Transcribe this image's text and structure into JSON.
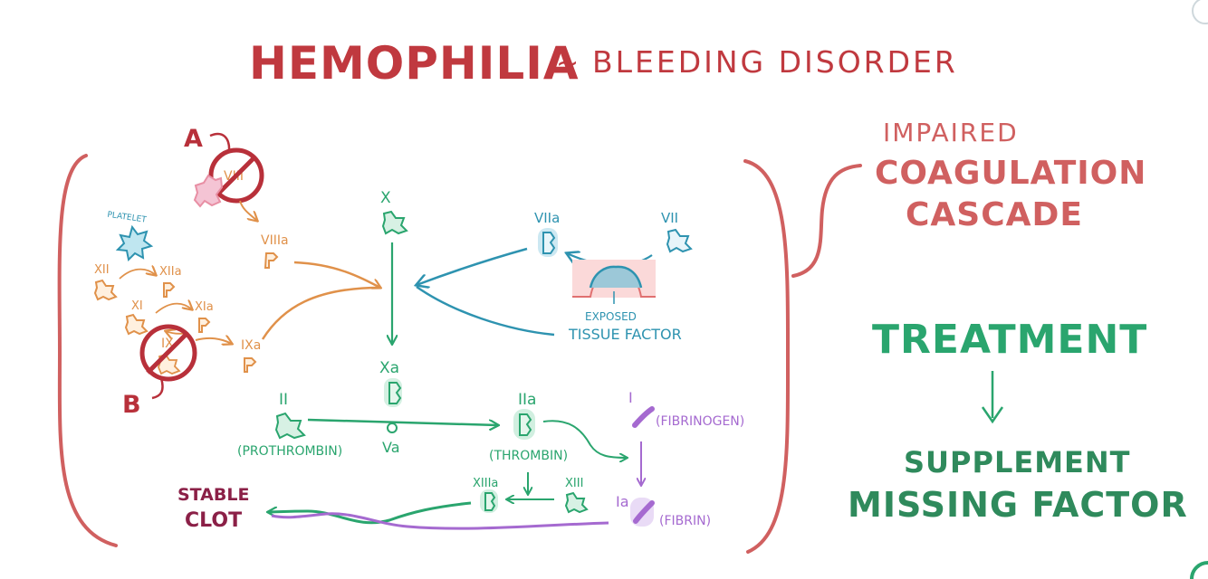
{
  "title": {
    "main": "HEMOPHILIA",
    "tilde": "~",
    "sub": "BLEEDING DISORDER"
  },
  "labels": {
    "type_a": "A",
    "type_b": "B",
    "f8": "VIII",
    "f8a": "VIIIa",
    "platelet": "PLATELET",
    "f12": "XII",
    "f12a": "XIIa",
    "f11": "XI",
    "f11a": "XIa",
    "f9": "IX",
    "f9a": "IXa",
    "f10": "X",
    "f10a": "Xa",
    "f5a": "Va",
    "f7": "VII",
    "f7a": "VIIa",
    "exposed": "EXPOSED",
    "tissue_factor": "TISSUE FACTOR",
    "f2": "II",
    "prothrombin": "(PROTHROMBIN)",
    "f2a": "IIa",
    "thrombin": "(THROMBIN)",
    "f1": "I",
    "fibrinogen": "(FIBRINOGEN)",
    "f1a": "Ia",
    "fibrin": "(FIBRIN)",
    "f13": "XIII",
    "f13a": "XIIIa",
    "stable": "STABLE",
    "clot": "CLOT"
  },
  "right": {
    "impaired": "IMPAIRED",
    "coagulation": "COAGULATION",
    "cascade": "CASCADE",
    "treatment": "TREATMENT",
    "supplement": "SUPPLEMENT",
    "missing_factor": "MISSING FACTOR"
  },
  "colors": {
    "title": "#c0393f",
    "red": "#b8303a",
    "bracket": "#d06060",
    "orange": "#e0914a",
    "teal": "#2e93b0",
    "green": "#2aa56e",
    "purple": "#a56ad0",
    "maroon": "#8b2047",
    "pink": "#e88fa4"
  }
}
